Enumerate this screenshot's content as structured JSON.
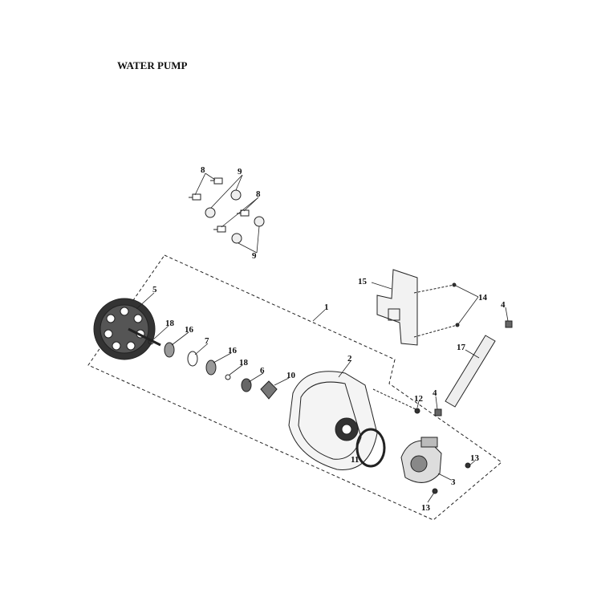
{
  "title": "WATER PUMP",
  "callouts": [
    "8",
    "9",
    "8",
    "9",
    "5",
    "18",
    "16",
    "7",
    "16",
    "18",
    "6",
    "10",
    "1",
    "2",
    "12",
    "4",
    "15",
    "14",
    "4",
    "17",
    "11",
    "3",
    "13",
    "13"
  ]
}
